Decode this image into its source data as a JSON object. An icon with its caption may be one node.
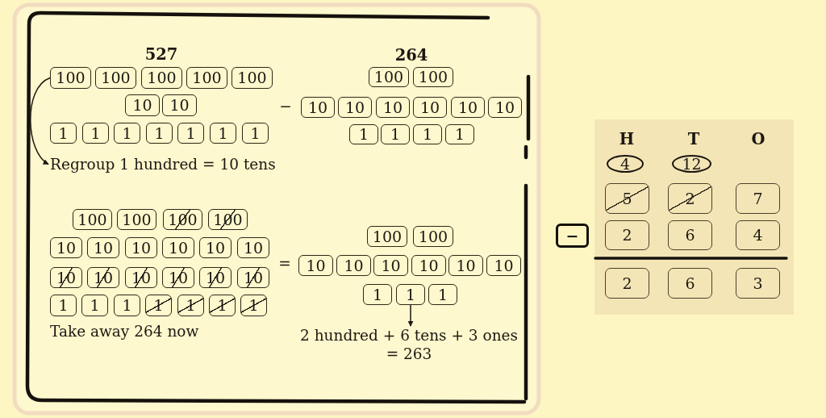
{
  "diagram": {
    "nodes": [
      {
        "text": [
          "100"
        ]
      },
      {
        "text": [
          "100"
        ]
      },
      {
        "text": [
          "100"
        ]
      },
      {
        "text": [
          "100"
        ]
      },
      {
        "text": [
          "100"
        ]
      },
      {
        "text": [
          "10"
        ]
      },
      {
        "text": [
          "10"
        ]
      },
      {
        "text": [
          "1"
        ]
      },
      {
        "text": [
          "1"
        ]
      },
      {
        "text": [
          "1"
        ]
      },
      {
        "text": [
          "1"
        ]
      },
      {
        "text": [
          "1"
        ]
      },
      {
        "text": [
          "1"
        ]
      },
      {
        "text": [
          "1"
        ]
      },
      {
        "text": [
          "Regroup 1 hundred = 10 tens"
        ]
      },
      {
        "text": [
          "100"
        ]
      },
      {
        "text": [
          "100"
        ]
      },
      {
        "text": [
          "10"
        ]
      },
      {
        "text": [
          "10"
        ]
      },
      {
        "text": [
          "10"
        ]
      },
      {
        "text": [
          "10"
        ]
      },
      {
        "text": [
          "10"
        ]
      },
      {
        "text": [
          "10"
        ]
      },
      {
        "text": [
          "1"
        ]
      },
      {
        "text": [
          "1"
        ]
      },
      {
        "text": [
          "1"
        ]
      },
      {
        "text": [
          "1"
        ]
      },
      {
        "text": [
          "100"
        ]
      },
      {
        "text": [
          "100"
        ]
      },
      {
        "text": [
          "100"
        ]
      },
      {
        "text": [
          "100"
        ]
      },
      {
        "text": [
          "10"
        ]
      },
      {
        "text": [
          "10"
        ]
      },
      {
        "text": [
          "10"
        ]
      },
      {
        "text": [
          "10"
        ]
      },
      {
        "text": [
          "10"
        ]
      },
      {
        "text": [
          "10"
        ]
      },
      {
        "text": [
          "10"
        ]
      },
      {
        "text": [
          "10"
        ]
      },
      {
        "text": [
          "10"
        ]
      },
      {
        "text": [
          "10"
        ]
      },
      {
        "text": [
          "10"
        ]
      },
      {
        "text": [
          "10"
        ]
      },
      {
        "text": [
          "1"
        ]
      },
      {
        "text": [
          "1"
        ]
      },
      {
        "text": [
          "1"
        ]
      },
      {
        "text": [
          "1"
        ]
      },
      {
        "text": [
          "1"
        ]
      },
      {
        "text": [
          "1"
        ]
      },
      {
        "text": [
          "1"
        ]
      },
      {
        "text": [
          "100"
        ]
      },
      {
        "text": [
          "100"
        ]
      },
      {
        "text": [
          "10"
        ]
      },
      {
        "text": [
          "10"
        ]
      },
      {
        "text": [
          "10"
        ]
      },
      {
        "text": [
          "10"
        ]
      },
      {
        "text": [
          "10"
        ]
      },
      {
        "text": [
          "10"
        ]
      },
      {
        "text": [
          "1"
        ]
      },
      {
        "text": [
          "1"
        ]
      },
      {
        "text": [
          "1"
        ]
      },
      {
        "text": [
          "2 hundred + 6 tens + 3 ones = 263"
        ]
      },
      {
        "text": [
          "4"
        ]
      },
      {
        "text": [
          "12"
        ]
      },
      {
        "text": [
          "5"
        ]
      },
      {
        "text": [
          "2"
        ]
      },
      {
        "text": [
          "7"
        ]
      },
      {
        "text": [
          "−"
        ]
      },
      {
        "text": [
          "2"
        ]
      },
      {
        "text": [
          "6"
        ]
      },
      {
        "text": [
          "4"
        ]
      },
      {
        "text": [
          "2"
        ]
      },
      {
        "text": [
          "6"
        ]
      },
      {
        "text": [
          "3"
        ]
      }
    ],
    "edges": [
      {
        "from": 0,
        "to": 14,
        "arrow": "to"
      },
      {
        "from": 59,
        "to": 61,
        "arrow": "to"
      }
    ],
    "labels": [
      "527",
      "264",
      "−",
      "H",
      "T",
      "O",
      "=",
      "Take away 264 now"
    ]
  }
}
